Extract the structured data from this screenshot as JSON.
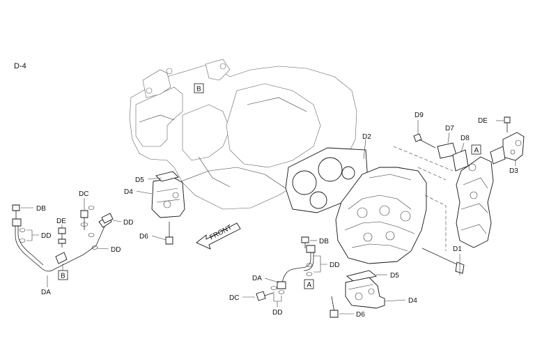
{
  "diagram": {
    "page_id": "D-4",
    "front_label": "FRONT",
    "ref_box_b": "B",
    "ref_box_a": "A",
    "callouts": {
      "db_left": "DB",
      "dd_left_top": "DD",
      "da_left": "DA",
      "de_left": "DE",
      "dc_left": "DC",
      "dd_left_mid": "DD",
      "dd_left_bot": "DD",
      "d5_left": "D5",
      "d4_left": "D4",
      "d6_left": "D6",
      "d2": "D2",
      "d9": "D9",
      "d7": "D7",
      "d8": "D8",
      "de_right": "DE",
      "d3": "D3",
      "d1": "D1",
      "db_bottom": "DB",
      "dd_bottom": "DD",
      "da_bottom": "DA",
      "dc_bottom": "DC",
      "dd_bottom2": "DD",
      "d5_bottom": "D5",
      "d4_bottom": "D4",
      "d6_bottom": "D6"
    }
  }
}
